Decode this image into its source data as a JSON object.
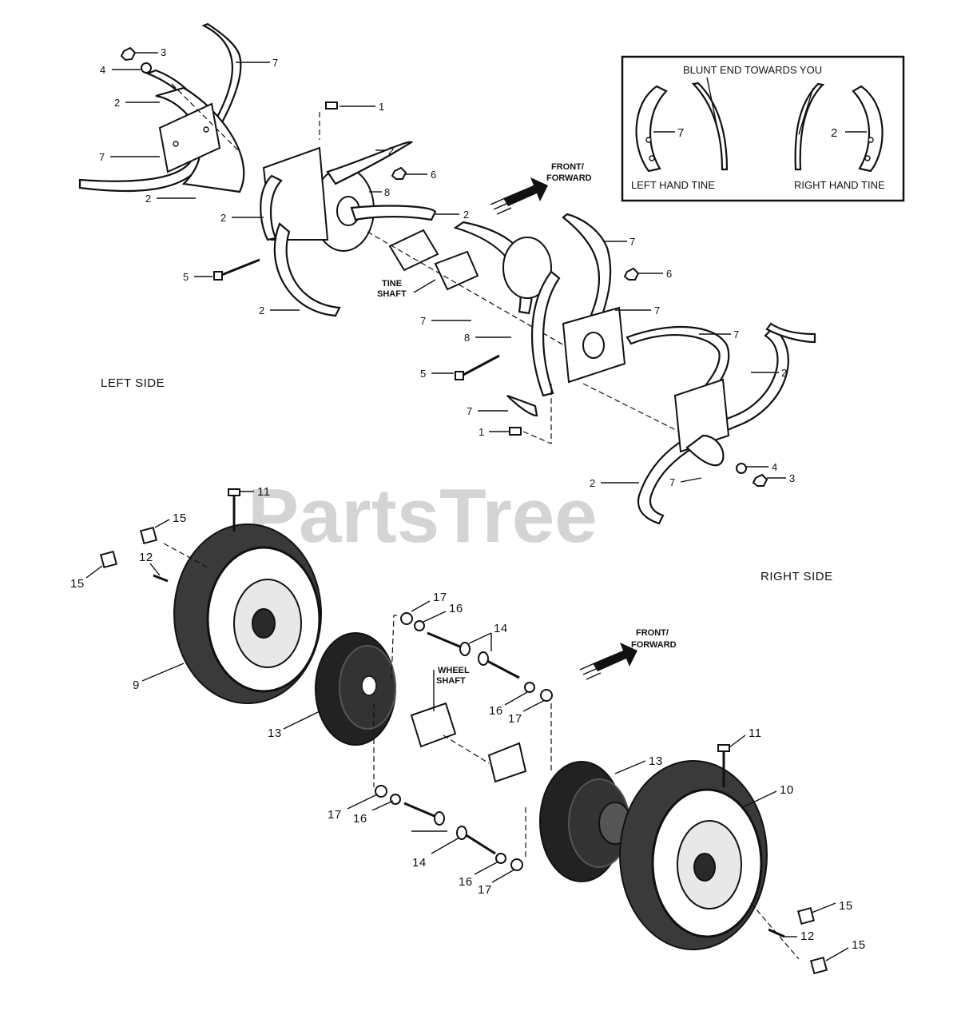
{
  "watermark": "PartsTree",
  "inset": {
    "header": "BLUNT END TOWARDS YOU",
    "left_caption": "LEFT HAND TINE",
    "right_caption": "RIGHT HAND TINE",
    "left_number": "7",
    "right_number": "2"
  },
  "side_labels": {
    "left": "LEFT SIDE",
    "right": "RIGHT SIDE"
  },
  "direction": {
    "top_line1": "FRONT/",
    "top_line2": "FORWARD",
    "bottom_line1": "FRONT/",
    "bottom_line2": "FORWARD"
  },
  "shaft_labels": {
    "tine_line1": "TINE",
    "tine_line2": "SHAFT",
    "wheel_line1": "WHEEL",
    "wheel_line2": "SHAFT"
  },
  "callouts": {
    "c3a": "3",
    "c4a": "4",
    "c7a": "7",
    "c2a": "2",
    "c1a": "1",
    "c7b": "7",
    "c2b": "2",
    "c2c": "2",
    "c6a": "6",
    "c8a": "8",
    "c2d": "2",
    "c2e": "2",
    "c5a": "5",
    "c2f": "2",
    "c7c": "7",
    "c6b": "6",
    "c7d": "7",
    "c7e": "7",
    "c8b": "8",
    "c7f": "7",
    "c2g": "2",
    "c5b": "5",
    "c7g": "7",
    "c1b": "1",
    "c4b": "4",
    "c3b": "3",
    "c2h": "2",
    "c7h": "7",
    "c11a": "11",
    "c15a": "15",
    "c12a": "12",
    "c15b": "15",
    "c9": "9",
    "c13a": "13",
    "c17a": "17",
    "c16a": "16",
    "c14a": "14",
    "c16b": "16",
    "c17b": "17",
    "c17c": "17",
    "c16c": "16",
    "c14b": "14",
    "c16d": "16",
    "c17d": "17",
    "c13b": "13",
    "c11b": "11",
    "c10": "10",
    "c15c": "15",
    "c12b": "12",
    "c15d": "15"
  }
}
